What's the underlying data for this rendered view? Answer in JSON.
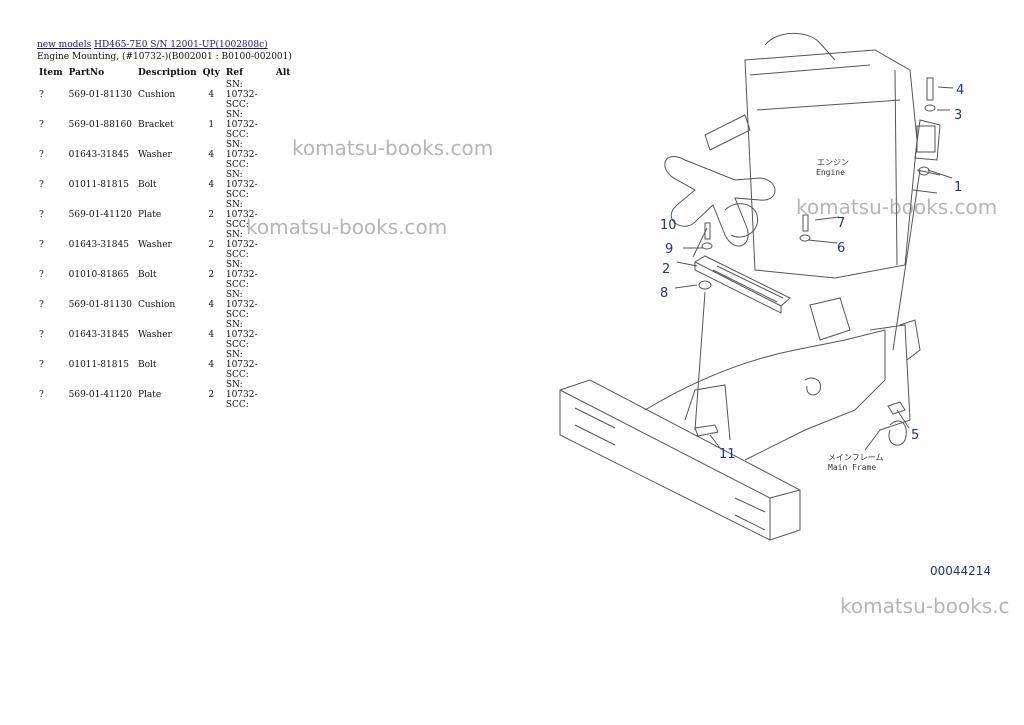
{
  "breadcrumb": {
    "link1": "new models",
    "link2": "HD465-7E0 S/N 12001-UP(1002808c)"
  },
  "heading": "Engine Mounting, (#10732-)(B002001 : B0100-002001)",
  "table": {
    "headers": [
      "Item",
      "PartNo",
      "Description",
      "Qty",
      "Ref",
      "Alt"
    ],
    "rows": [
      {
        "item": "?",
        "partno": "569-01-81130",
        "desc": "Cushion",
        "qty": "4",
        "ref": "SN: 10732-SCC:",
        "alt": ""
      },
      {
        "item": "?",
        "partno": "569-01-88160",
        "desc": "Bracket",
        "qty": "1",
        "ref": "SN: 10732-SCC:",
        "alt": ""
      },
      {
        "item": "?",
        "partno": "01643-31845",
        "desc": "Washer",
        "qty": "4",
        "ref": "SN: 10732-SCC:",
        "alt": ""
      },
      {
        "item": "?",
        "partno": "01011-81815",
        "desc": "Bolt",
        "qty": "4",
        "ref": "SN: 10732-SCC:",
        "alt": ""
      },
      {
        "item": "?",
        "partno": "569-01-41120",
        "desc": "Plate",
        "qty": "2",
        "ref": "SN: 10732-SCC:",
        "alt": ""
      },
      {
        "item": "?",
        "partno": "01643-31845",
        "desc": "Washer",
        "qty": "2",
        "ref": "SN: 10732-SCC:",
        "alt": ""
      },
      {
        "item": "?",
        "partno": "01010-81865",
        "desc": "Bolt",
        "qty": "2",
        "ref": "SN: 10732-SCC:",
        "alt": ""
      },
      {
        "item": "?",
        "partno": "569-01-81130",
        "desc": "Cushion",
        "qty": "4",
        "ref": "SN: 10732-SCC:",
        "alt": ""
      },
      {
        "item": "?",
        "partno": "01643-31845",
        "desc": "Washer",
        "qty": "4",
        "ref": "SN: 10732-SCC:",
        "alt": ""
      },
      {
        "item": "?",
        "partno": "01011-81815",
        "desc": "Bolt",
        "qty": "4",
        "ref": "SN: 10732-SCC:",
        "alt": ""
      },
      {
        "item": "?",
        "partno": "569-01-41120",
        "desc": "Plate",
        "qty": "2",
        "ref": "SN: 10732-SCC:",
        "alt": ""
      }
    ]
  },
  "watermark": "komatsu-books.com",
  "watermark_cut": "komatsu-books.c",
  "diagram": {
    "callouts": [
      "1",
      "2",
      "3",
      "4",
      "5",
      "6",
      "7",
      "8",
      "9",
      "10",
      "11"
    ],
    "engine_label_jp": "エンジン",
    "engine_label_en": "Engine",
    "frame_label_jp": "メインフレーム",
    "frame_label_en": "Main Frame",
    "figure_number": "00044214",
    "line_color": "#555555",
    "callout_color": "#1c2fa8"
  }
}
